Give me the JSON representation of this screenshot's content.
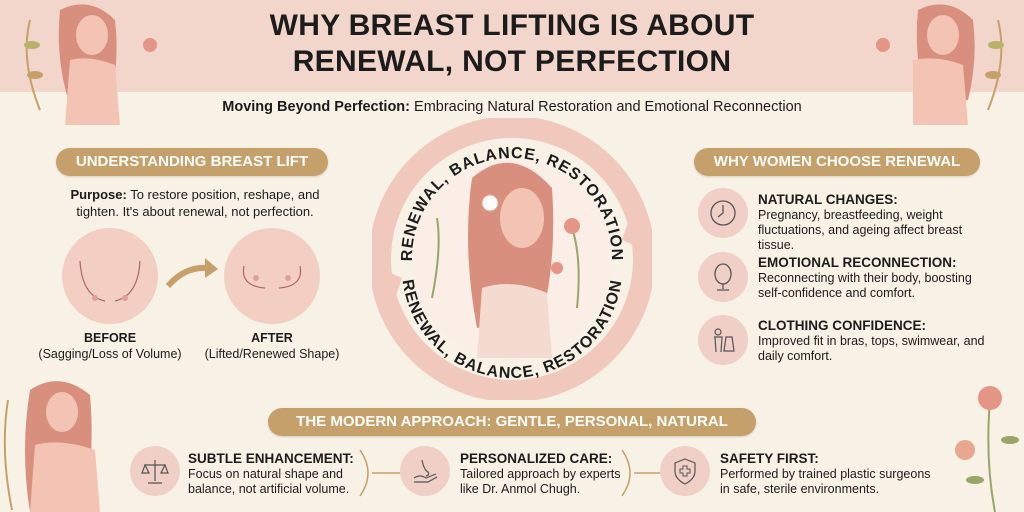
{
  "header": {
    "title_line1": "WHY BREAST LIFTING IS ABOUT",
    "title_line2": "RENEWAL, NOT PERFECTION",
    "subtitle_bold": "Moving Beyond Perfection:",
    "subtitle_rest": " Embracing Natural Restoration and Emotional Reconnection"
  },
  "left": {
    "heading": "UNDERSTANDING BREAST LIFT",
    "purpose_bold": "Purpose:",
    "purpose_text": " To restore position, reshape, and tighten. It's about renewal, not perfection.",
    "before_label": "BEFORE",
    "before_sub": "(Sagging/Loss of Volume)",
    "after_label": "AFTER",
    "after_sub": "(Lifted/Renewed Shape)"
  },
  "center": {
    "arc_top": "RENEWAL, BALANCE, RESTORATION",
    "arc_bottom": "RENEWAL, BALANCE, RESTORATION"
  },
  "right": {
    "heading": "WHY WOMEN CHOOSE RENEWAL",
    "items": [
      {
        "icon": "clock-age-icon",
        "title": "NATURAL CHANGES:",
        "text": "Pregnancy, breastfeeding, weight fluctuations, and ageing affect breast tissue."
      },
      {
        "icon": "mirror-icon",
        "title": "EMOTIONAL RECONNECTION:",
        "text": "Reconnecting with their body, boosting self-confidence and comfort."
      },
      {
        "icon": "woman-dress-icon",
        "title": "CLOTHING CONFIDENCE:",
        "text": "Improved fit in bras, tops, swimwear, and daily comfort."
      }
    ]
  },
  "bottom": {
    "heading": "THE MODERN APPROACH: GENTLE, PERSONAL, NATURAL",
    "items": [
      {
        "icon": "balance-scale-icon",
        "title": "SUBTLE ENHANCEMENT:",
        "text": "Focus on natural shape and balance, not artificial volume."
      },
      {
        "icon": "caring-hand-icon",
        "title": "PERSONALIZED CARE:",
        "text": "Tailored approach by experts like Dr. Anmol Chugh."
      },
      {
        "icon": "shield-cross-icon",
        "title": "SAFETY FIRST:",
        "text": "Performed by trained plastic surgeons in safe, sterile environments."
      }
    ]
  },
  "colors": {
    "background": "#f8f1e6",
    "band": "#f3d6cb",
    "gold": "#c6a06a",
    "pink": "#f3cfc3"
  }
}
